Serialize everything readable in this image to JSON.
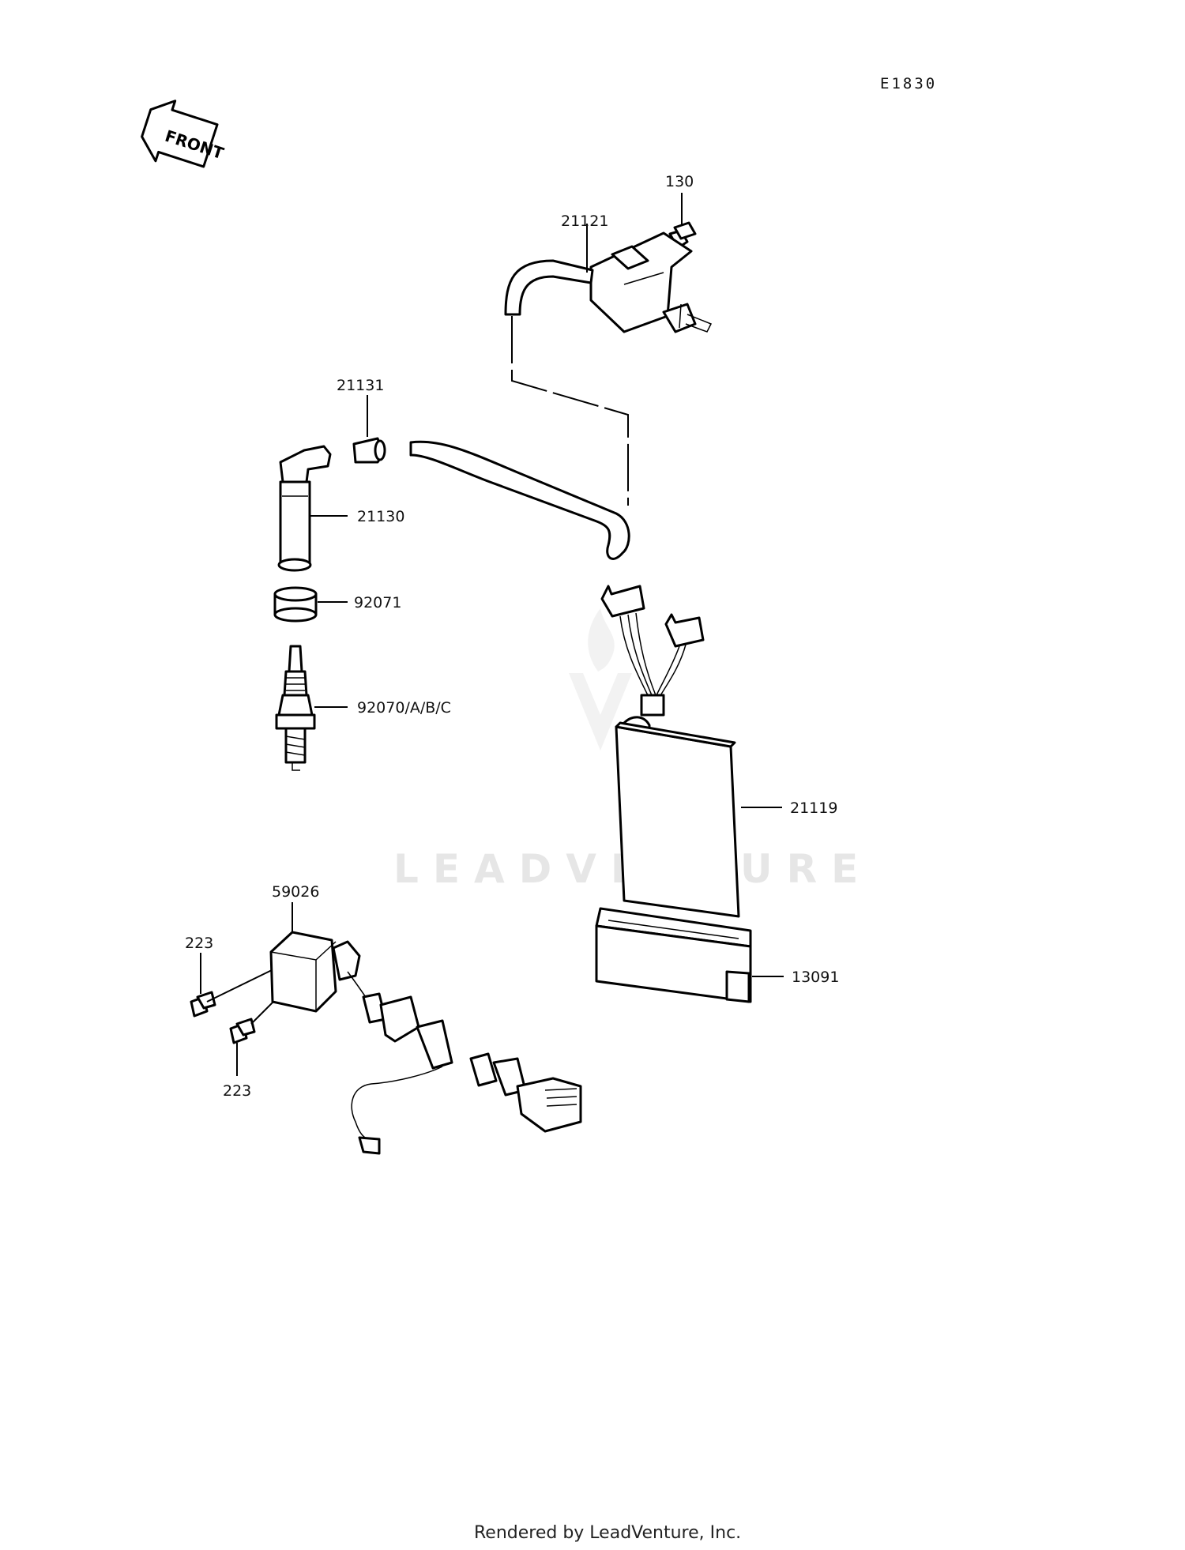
{
  "diagram": {
    "code": "E1830",
    "front_label": "FRONT",
    "watermark": "LEADVENTURE",
    "footer": "Rendered by LeadVenture, Inc.",
    "callouts": {
      "p130": "130",
      "p21121": "21121",
      "p21131": "21131",
      "p21130": "21130",
      "p92071": "92071",
      "p92070": "92070/A/B/C",
      "p21119": "21119",
      "p13091": "13091",
      "p59026": "59026",
      "p223a": "223",
      "p223b": "223"
    }
  }
}
